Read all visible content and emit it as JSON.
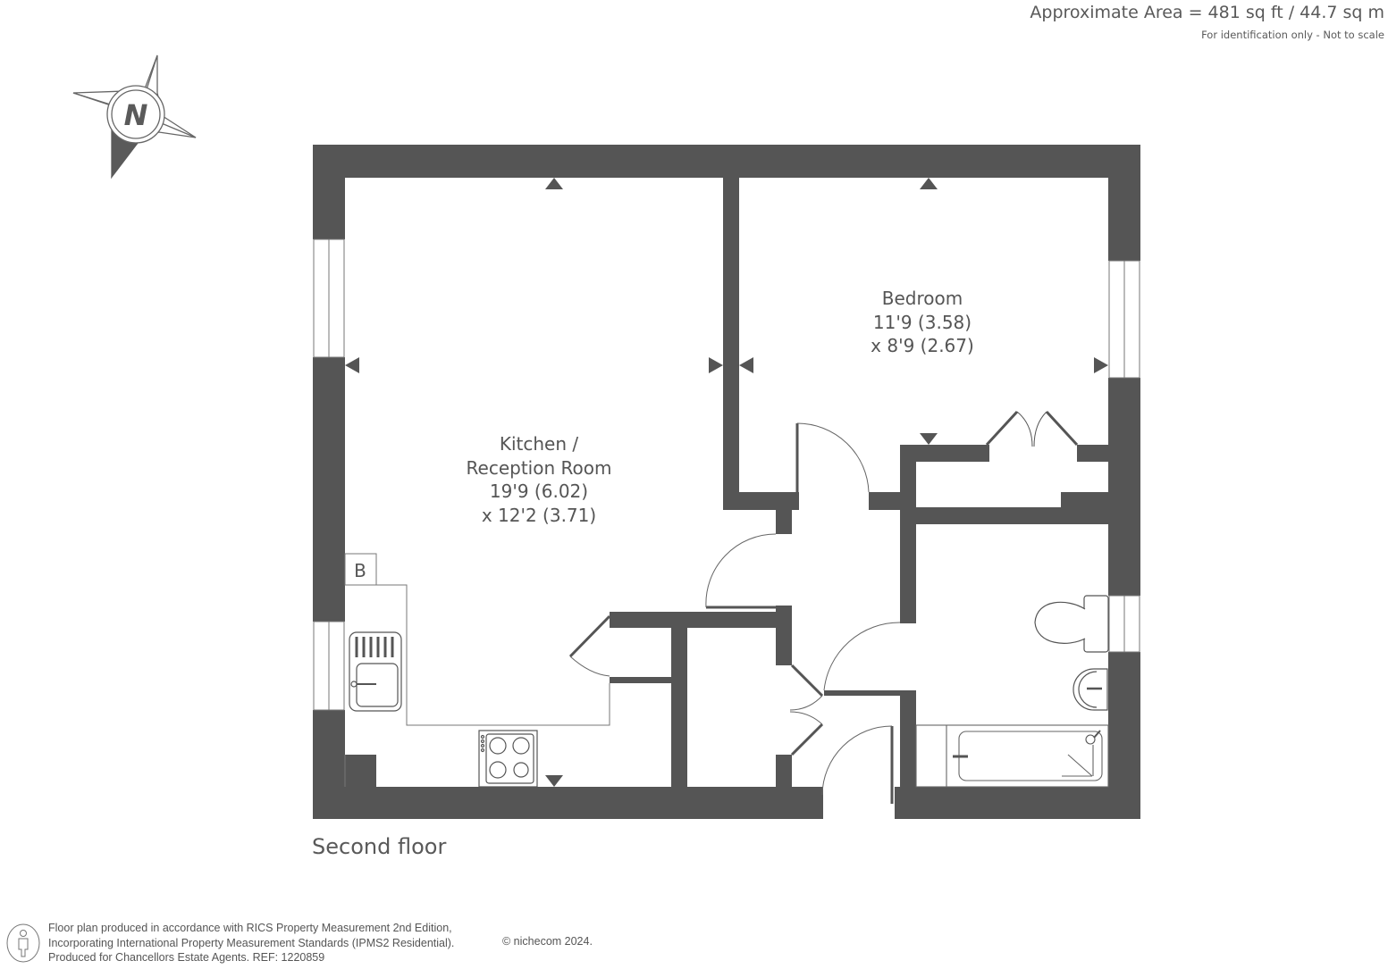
{
  "header": {
    "area": "Approximate Area = 481 sq ft / 44.7 sq m",
    "note": "For identification only - Not to scale"
  },
  "compass": {
    "icon": "north-compass-icon",
    "letter": "N"
  },
  "rooms": {
    "kitchen": {
      "name_line1": "Kitchen /",
      "name_line2": "Reception Room",
      "dim1": "19'9 (6.02)",
      "dim2": "x 12'2 (3.71)"
    },
    "bedroom": {
      "name": "Bedroom",
      "dim1": "11'9 (3.58)",
      "dim2": "x 8'9 (2.67)"
    }
  },
  "fixtures": {
    "boiler_label": "B",
    "items": [
      "sink-icon",
      "hob-icon",
      "toilet-icon",
      "basin-icon",
      "bath-icon",
      "wardrobe-doors-icon"
    ]
  },
  "floor_label": "Second floor",
  "footer": {
    "line1": "Floor plan produced in accordance with RICS Property Measurement 2nd Edition,",
    "line2": "Incorporating International Property Measurement Standards (IPMS2 Residential).",
    "line3": "Produced for Chancellors Estate Agents.   REF:  1220859",
    "copyright": "© nichecom 2024."
  },
  "colors": {
    "wall": "#555555",
    "line": "#666666",
    "background": "#ffffff",
    "text": "#555555"
  }
}
